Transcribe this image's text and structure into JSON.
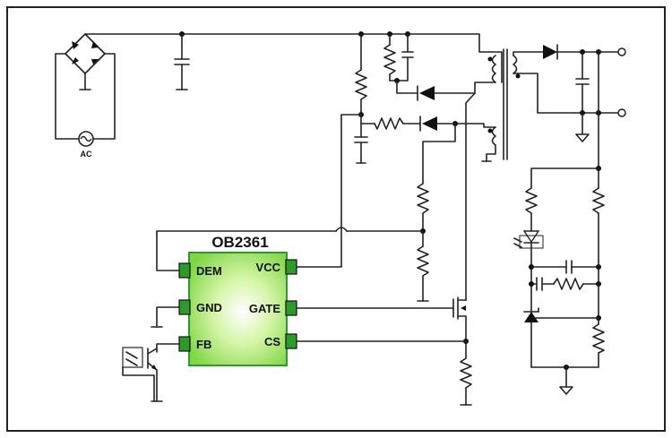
{
  "ic": {
    "name": "OB2361",
    "pins": {
      "dem": "DEM",
      "vcc": "VCC",
      "gnd": "GND",
      "gate": "GATE",
      "fb": "FB",
      "cs": "CS"
    }
  },
  "source": {
    "label": "AC"
  },
  "colors": {
    "ic_fill": "#d6f5a8",
    "ic_border": "#2e9a2a",
    "frame": "#222222",
    "wire": "#222222"
  }
}
